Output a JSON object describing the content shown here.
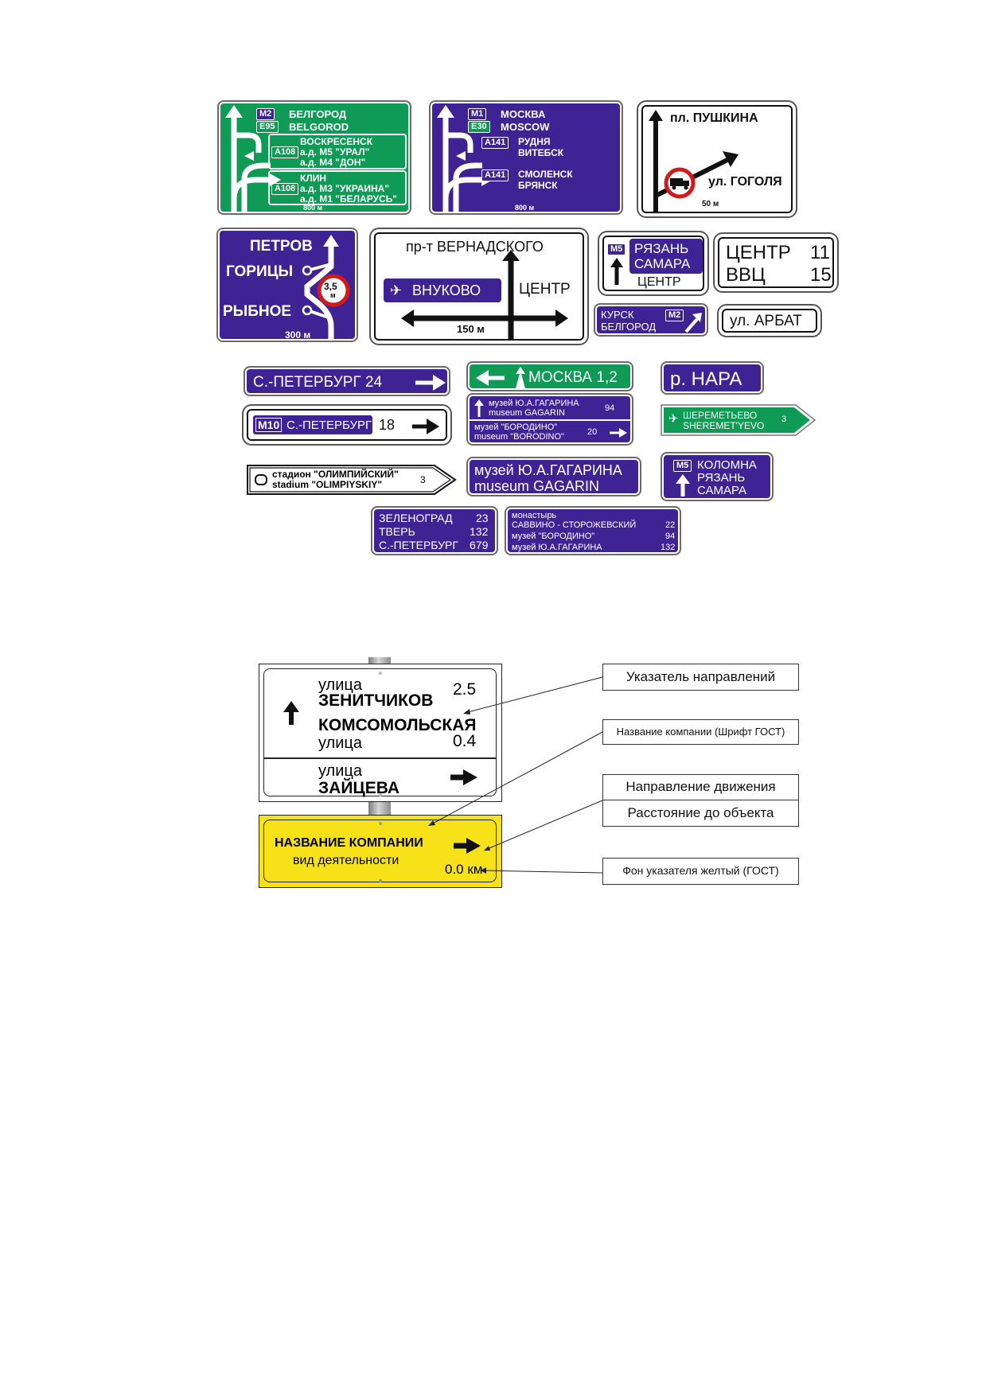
{
  "sign1": {
    "badge1": "M2",
    "line1": "БЕЛГОРОД",
    "badge2": "E95",
    "line2": "BELGOROD",
    "box1_badge": "A108",
    "box1_title": "ВОСКРЕСЕНСК",
    "box1_l1": "а.д. М5 \"УРАЛ\"",
    "box1_l2": "а.д. М4 \"ДОН\"",
    "box2_badge": "A108",
    "box2_title": "КЛИН",
    "box2_l1": "а.д. М3 \"УКРАИНА\"",
    "box2_l2": "а.д. М1 \"БЕЛАРУСЬ\"",
    "distance": "800 м"
  },
  "sign2": {
    "badge1": "M1",
    "line1": "МОСКВА",
    "badge2": "E30",
    "line2": "MOSCOW",
    "badge3": "A141",
    "l3a": "РУДНЯ",
    "l3b": "ВИТЕБСК",
    "badge4": "A141",
    "l4a": "СМОЛЕНСК",
    "l4b": "БРЯНСК",
    "distance": "800 м"
  },
  "sign3": {
    "top": "пл. ПУШКИНА",
    "right": "ул. ГОГОЛЯ",
    "distance": "50 м"
  },
  "sign4": {
    "l1": "ПЕТРОВ",
    "l2": "ГОРИЦЫ",
    "l3": "РЫБНОЕ",
    "limit_value": "3,5",
    "limit_unit": "м",
    "distance": "300 м"
  },
  "sign5": {
    "top": "пр-т ВЕРНАДСКОГО",
    "left": "ВНУКОВО",
    "right": "ЦЕНТР",
    "distance": "150 м"
  },
  "sign6": {
    "badge": "M5",
    "l1": "РЯЗАНЬ",
    "l2": "САМАРА",
    "bottom": "ЦЕНТР"
  },
  "sign7": {
    "r1": "ЦЕНТР",
    "v1": "11",
    "r2": "ВВЦ",
    "v2": "15"
  },
  "sign8": {
    "l1": "КУРСК",
    "l2": "БЕЛГОРОД",
    "badge": "M2"
  },
  "sign9": {
    "text": "ул. АРБАТ"
  },
  "sign10": {
    "text": "С.-ПЕТЕРБУРГ 24"
  },
  "sign11": {
    "text": "МОСКВА 1,2"
  },
  "sign12": {
    "text": "р. НАРА"
  },
  "sign13": {
    "badge": "M10",
    "text": "С.-ПЕТЕРБУРГ",
    "num": "18"
  },
  "sign14": {
    "r1a": "музей Ю.А.ГАГАРИНА",
    "r1b": "museum GAGARIN",
    "r1n": "94",
    "r2a": "музей \"БОРОДИНО\"",
    "r2b": "museum \"BORODINO\"",
    "r2n": "20"
  },
  "sign15": {
    "l1": "ШЕРЕМЕТЬЕВО",
    "l2": "SHEREMET'YEVO",
    "num": "3"
  },
  "sign16": {
    "l1": "стадион \"ОЛИМПИЙСКИЙ\"",
    "l2": "stadium \"OLIMPIYSKIY\"",
    "num": "3"
  },
  "sign17": {
    "l1": "музей Ю.А.ГАГАРИНА",
    "l2": "museum GAGARIN"
  },
  "sign18": {
    "badge": "M5",
    "l1": "КОЛОМНА",
    "l2": "РЯЗАНЬ",
    "l3": "САМАРА"
  },
  "sign19": {
    "rows": [
      {
        "name": "ЗЕЛЕНОГРАД",
        "num": "23"
      },
      {
        "name": "ТВЕРЬ",
        "num": "132"
      },
      {
        "name": "С.-ПЕТЕРБУРГ",
        "num": "679"
      }
    ]
  },
  "sign20": {
    "rows": [
      {
        "name": "монастырь",
        "num": ""
      },
      {
        "name": "САВВИНО - СТОРОЖЕВСКИЙ",
        "num": "22"
      },
      {
        "name": "музей \"БОРОДИНО\"",
        "num": "94"
      },
      {
        "name": "музей Ю.А.ГАГАРИНА",
        "num": "132"
      }
    ]
  },
  "demo": {
    "street1_prefix": "улица",
    "street1": "ЗЕНИТЧИКОВ",
    "street1_km": "2.5",
    "street2": "КОМСОМОЛЬСКАЯ",
    "street2_suffix": "улица",
    "street2_km": "0.4",
    "street3_prefix": "улица",
    "street3": "ЗАЙЦЕВА",
    "company": "НАЗВАНИЕ КОМПАНИИ",
    "activity": "вид деятельности",
    "company_km": "0.0 км"
  },
  "callouts": {
    "c1": "Указатель направлений",
    "c2": "Название компании (Шрифт ГОСТ)",
    "c3": "Направление движения",
    "c4": "Расстояние до объекта",
    "c5": "Фон указателя желтый (ГОСТ)"
  },
  "colors": {
    "blue": "#3f2394",
    "green": "#0f9a55",
    "yellow": "#f7e21a",
    "white": "#ffffff"
  }
}
